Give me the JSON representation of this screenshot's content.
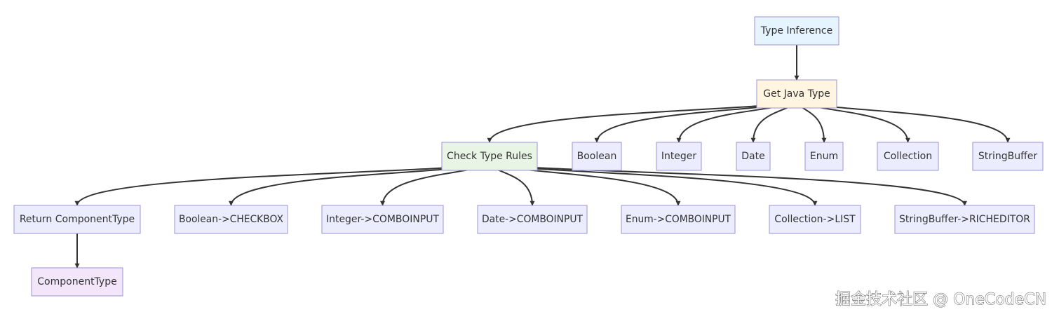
{
  "nodes": [
    {
      "id": "type-inference",
      "label": "Type Inference",
      "fill": "#e6f4ff"
    },
    {
      "id": "get-java-type",
      "label": "Get Java Type",
      "fill": "#fff5e0"
    },
    {
      "id": "check-type-rules",
      "label": "Check Type Rules",
      "fill": "#e8f5e4"
    },
    {
      "id": "boolean",
      "label": "Boolean",
      "fill": "#ececff"
    },
    {
      "id": "integer",
      "label": "Integer",
      "fill": "#ececff"
    },
    {
      "id": "date",
      "label": "Date",
      "fill": "#ececff"
    },
    {
      "id": "enum",
      "label": "Enum",
      "fill": "#ececff"
    },
    {
      "id": "collection",
      "label": "Collection",
      "fill": "#ececff"
    },
    {
      "id": "stringbuffer",
      "label": "StringBuffer",
      "fill": "#ececff"
    },
    {
      "id": "return-componenttype",
      "label": "Return ComponentType",
      "fill": "#ececff"
    },
    {
      "id": "boolean-checkbox",
      "label": "Boolean->CHECKBOX",
      "fill": "#ececff"
    },
    {
      "id": "integer-comboinput",
      "label": "Integer->COMBOINPUT",
      "fill": "#ececff"
    },
    {
      "id": "date-comboinput",
      "label": "Date->COMBOINPUT",
      "fill": "#ececff"
    },
    {
      "id": "enum-comboinput",
      "label": "Enum->COMBOINPUT",
      "fill": "#ececff"
    },
    {
      "id": "collection-list",
      "label": "Collection->LIST",
      "fill": "#ececff"
    },
    {
      "id": "stringbuffer-richeditor",
      "label": "StringBuffer->RICHEDITOR",
      "fill": "#ececff"
    },
    {
      "id": "componenttype",
      "label": "ComponentType",
      "fill": "#f3e6fa"
    }
  ],
  "edges": [
    {
      "from": "type-inference",
      "to": "get-java-type"
    },
    {
      "from": "get-java-type",
      "to": "check-type-rules"
    },
    {
      "from": "get-java-type",
      "to": "boolean"
    },
    {
      "from": "get-java-type",
      "to": "integer"
    },
    {
      "from": "get-java-type",
      "to": "date"
    },
    {
      "from": "get-java-type",
      "to": "enum"
    },
    {
      "from": "get-java-type",
      "to": "collection"
    },
    {
      "from": "get-java-type",
      "to": "stringbuffer"
    },
    {
      "from": "check-type-rules",
      "to": "return-componenttype"
    },
    {
      "from": "check-type-rules",
      "to": "boolean-checkbox"
    },
    {
      "from": "check-type-rules",
      "to": "integer-comboinput"
    },
    {
      "from": "check-type-rules",
      "to": "date-comboinput"
    },
    {
      "from": "check-type-rules",
      "to": "enum-comboinput"
    },
    {
      "from": "check-type-rules",
      "to": "collection-list"
    },
    {
      "from": "check-type-rules",
      "to": "stringbuffer-richeditor"
    },
    {
      "from": "return-componenttype",
      "to": "componenttype"
    }
  ],
  "watermark": "掘金技术社区 @ OneCodeCN",
  "colors": {
    "edge": "#333333",
    "node_border": "#9b93d6",
    "text": "#333333"
  }
}
